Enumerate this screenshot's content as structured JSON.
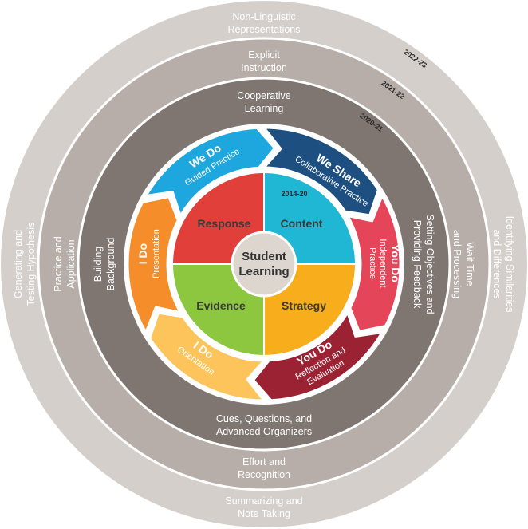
{
  "center": {
    "line1": "Student",
    "line2": "Learning"
  },
  "quadrants": [
    {
      "label": "Response",
      "color": "#e03f3a"
    },
    {
      "label": "Content",
      "color": "#20b7d4"
    },
    {
      "label": "Strategy",
      "color": "#f8ad1d"
    },
    {
      "label": "Evidence",
      "color": "#8dc63f"
    }
  ],
  "arrows": [
    {
      "title": "We Do",
      "sub1": "Guided Practice",
      "sub2": "",
      "color": "#1ea7df"
    },
    {
      "title": "We Share",
      "sub1": "Collaborative Practice",
      "sub2": "",
      "color": "#1d4f80"
    },
    {
      "title": "You Do",
      "sub1": "Independent",
      "sub2": "Practice",
      "color": "#e54558"
    },
    {
      "title": "You Do",
      "sub1": "Reflection and",
      "sub2": "Evaluation",
      "color": "#9a2233"
    },
    {
      "title": "I Do",
      "sub1": "Orientation",
      "sub2": "",
      "color": "#fcc45a"
    },
    {
      "title": "I Do",
      "sub1": "Presentation",
      "sub2": "",
      "color": "#f58e2a"
    }
  ],
  "years": {
    "y1": "2014-20",
    "y2": "2020-21",
    "y3": "2021-22",
    "y4": "2022-23"
  },
  "ring1": {
    "top_l1": "Cooperative",
    "top_l2": "Learning",
    "right_l1": "Setting Objectives and",
    "right_l2": "Providing Feedback",
    "bottom_l1": "Cues, Questions, and",
    "bottom_l2": "Advanced Organizers",
    "left_l1": "Building",
    "left_l2": "Background"
  },
  "ring2": {
    "top_l1": "Explicit",
    "top_l2": "Instruction",
    "right_l1": "Wait Time",
    "right_l2": "and Processing",
    "bottom_l1": "Effort and",
    "bottom_l2": "Recognition",
    "left_l1": "Practice and",
    "left_l2": "Application"
  },
  "ring3": {
    "top_l1": "Non-Linguistic",
    "top_l2": "Representations",
    "right_l1": "Identifying Similarities",
    "right_l2": "and Differences",
    "bottom_l1": "Summarizing and",
    "bottom_l2": "Note Taking",
    "left_l1": "Generating and",
    "left_l2": "Testing Hypothesis"
  },
  "colors": {
    "ring3": "#d5cfcb",
    "ring2": "#b7aea9",
    "ring1": "#7f7672",
    "core_bg": "#ffffff",
    "center_fill": "#dcd6cf"
  }
}
